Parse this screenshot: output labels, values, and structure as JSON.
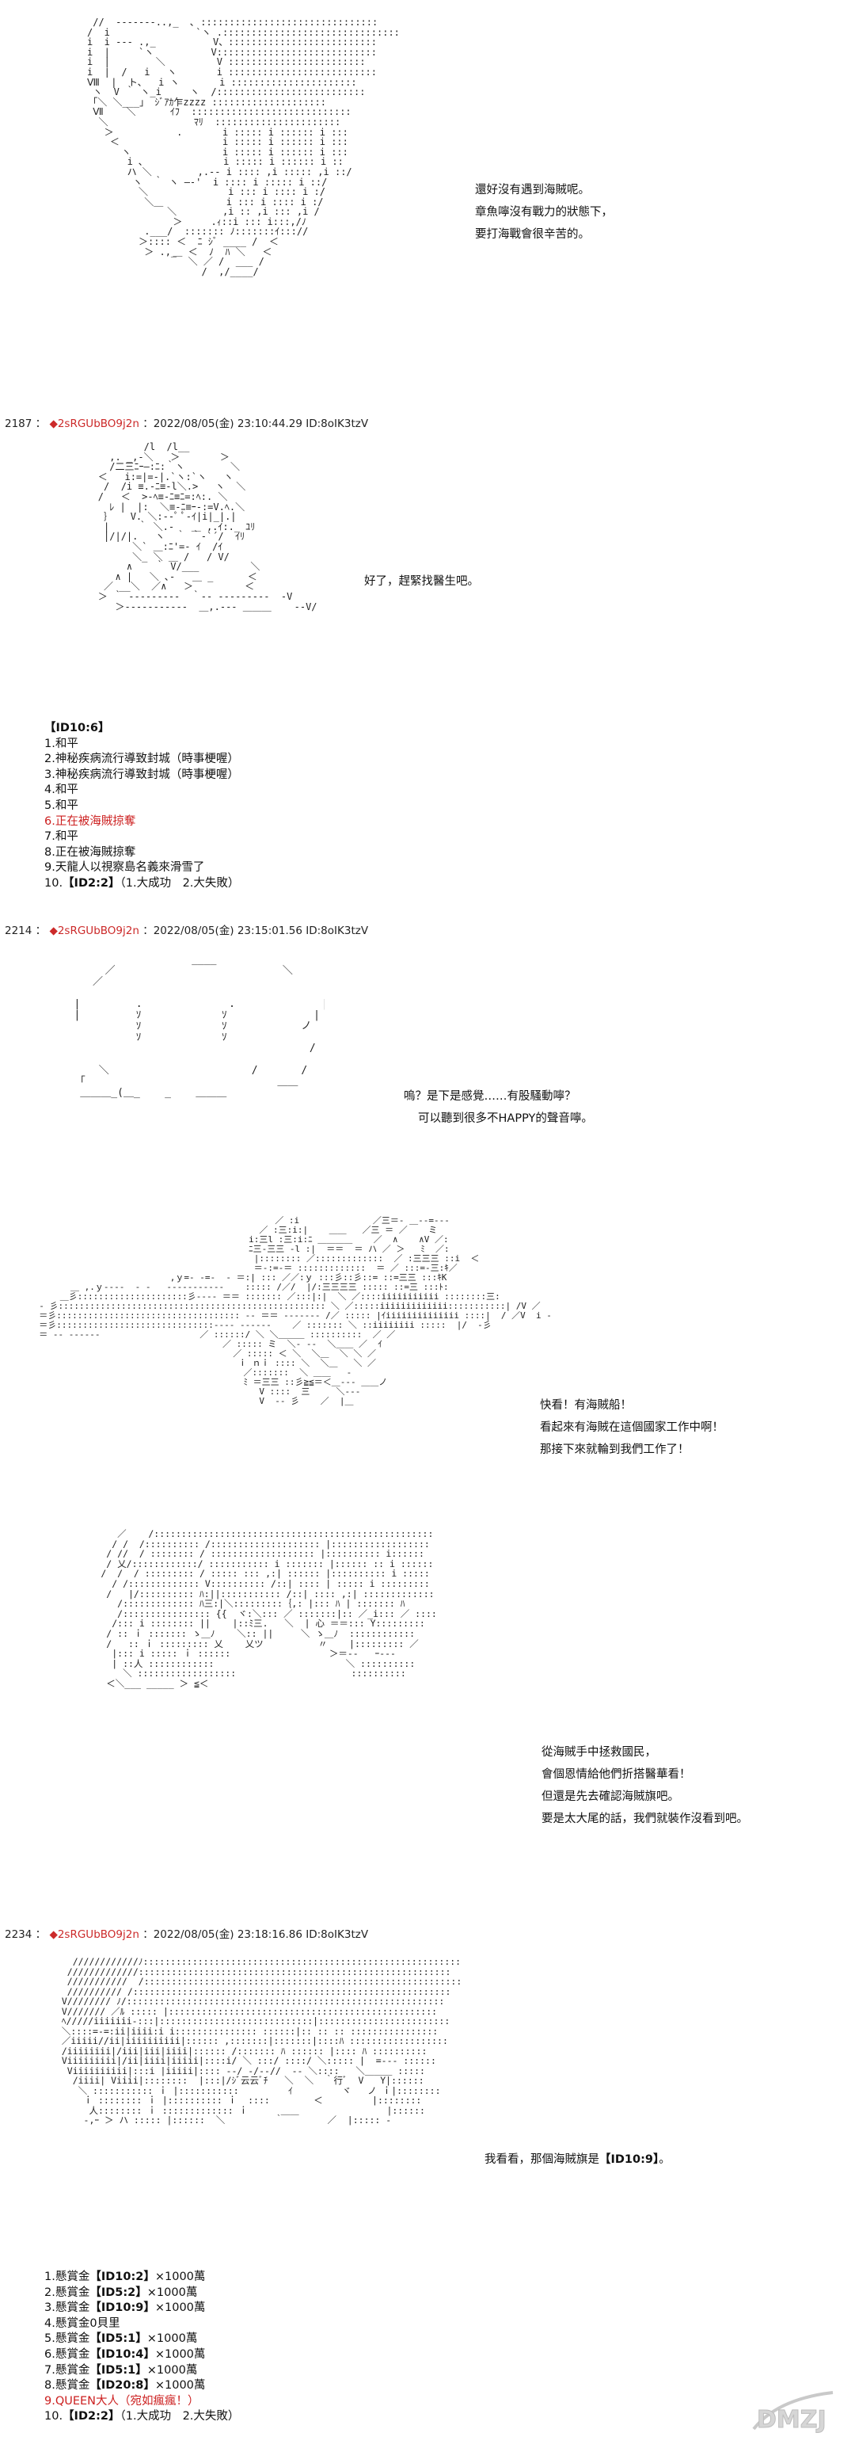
{
  "section1": {
    "dialogue": [
      "還好沒有遇到海賊呢。",
      "章魚嚀沒有戰力的狀態下，",
      "要打海戰會很辛苦的。"
    ]
  },
  "posts": [
    {
      "num": "2187",
      "trip": "2sRGUbBO9j2n",
      "date": "2022/08/05(金) 23:10:44.29",
      "id": "ID:8oIK3tzV"
    },
    {
      "num": "2214",
      "trip": "2sRGUbBO9j2n",
      "date": "2022/08/05(金) 23:15:01.56",
      "id": "ID:8oIK3tzV"
    },
    {
      "num": "2234",
      "trip": "2sRGUbBO9j2n",
      "date": "2022/08/05(金) 23:18:16.86",
      "id": "ID:8oIK3tzV"
    }
  ],
  "section2": {
    "dialogue": [
      "好了，趕緊找醫生吧。"
    ],
    "list_header": "【ID10:6】",
    "list": [
      {
        "text": "1.和平",
        "red": false
      },
      {
        "text": "2.神秘疾病流行導致封城（時事梗喔）",
        "red": false
      },
      {
        "text": "3.神秘疾病流行導致封城（時事梗喔）",
        "red": false
      },
      {
        "text": "4.和平",
        "red": false
      },
      {
        "text": "5.和平",
        "red": false
      },
      {
        "text": "6.正在被海賊掠奪",
        "red": true
      },
      {
        "text": "7.和平",
        "red": false
      },
      {
        "text": "8.正在被海賊掠奪",
        "red": false
      },
      {
        "text": "9.天龍人以視察島名義來滑雪了",
        "red": false
      },
      {
        "text_prefix": "10.",
        "bold": "【ID2:2】",
        "text_suffix": "（1.大成功　2.大失敗）",
        "red": false
      }
    ]
  },
  "section3": {
    "dialogue": [
      "嗚？是下是感覺……有股騷動嚀？",
      "可以聽到很多不HAPPY的聲音嚀。"
    ]
  },
  "section4": {
    "dialogue": [
      "快看！有海賊船！",
      "看起來有海賊在這個國家工作中啊！",
      "那接下來就輪到我們工作了！"
    ]
  },
  "section5": {
    "dialogue": [
      "從海賊手中拯救國民，",
      "會個恩情給他們折搭醫華看！",
      "但還是先去確認海賊旗吧。",
      "要是太大尾的話，我們就裝作沒看到吧。"
    ]
  },
  "section6": {
    "dialogue_prefix": "我看看，那個海賊旗是",
    "dialogue_bold": "【ID10:9】",
    "dialogue_suffix": "。",
    "list": [
      {
        "n": "1.懸賞金",
        "bold": "【ID10:2】",
        "rest": "×1000萬",
        "red": false
      },
      {
        "n": "2.懸賞金",
        "bold": "【ID5:2】",
        "rest": "×1000萬",
        "red": false
      },
      {
        "n": "3.懸賞金",
        "bold": "【ID10:9】",
        "rest": "×1000萬",
        "red": false
      },
      {
        "n": "4.懸賞金0貝里",
        "bold": "",
        "rest": "",
        "red": false
      },
      {
        "n": "5.懸賞金",
        "bold": "【ID5:1】",
        "rest": "×1000萬",
        "red": false
      },
      {
        "n": "6.懸賞金",
        "bold": "【ID10:4】",
        "rest": "×1000萬",
        "red": false
      },
      {
        "n": "7.懸賞金",
        "bold": "【ID5:1】",
        "rest": "×1000萬",
        "red": false
      },
      {
        "n": "8.懸賞金",
        "bold": "【ID20:8】",
        "rest": "×1000萬",
        "red": false
      },
      {
        "n": "9.QUEEN大人（宛如瘋瘋！）",
        "bold": "",
        "rest": "",
        "red": true
      },
      {
        "n": "10.",
        "bold": "【ID2:2】",
        "rest": "（1.大成功　2.大失敗）",
        "red": false
      }
    ]
  },
  "watermark": {
    "text": "DMZJ"
  }
}
